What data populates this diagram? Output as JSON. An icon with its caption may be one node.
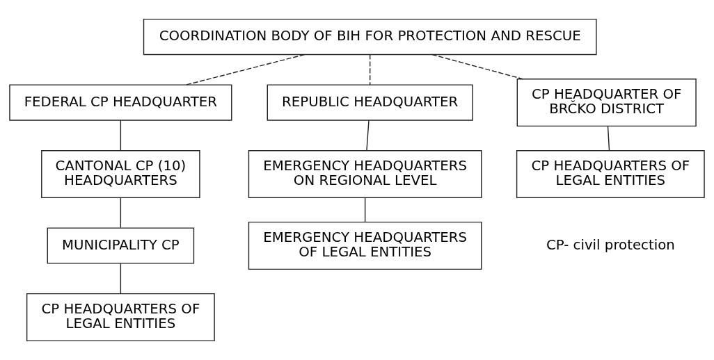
{
  "diagram": {
    "nodes": [
      {
        "text": [
          "COORDINATION BODY OF BIH FOR PROTECTION AND RESCUE"
        ]
      },
      {
        "text": [
          "FEDERAL CP HEADQUARTER"
        ]
      },
      {
        "text": [
          "CANTONAL CP (10) HEADQUARTERS"
        ]
      },
      {
        "text": [
          "MUNICIPALITY CP"
        ]
      },
      {
        "text": [
          "CP HEADQUARTERS OF LEGAL ENTITIES"
        ]
      },
      {
        "text": [
          "REPUBLIC HEADQUARTER"
        ]
      },
      {
        "text": [
          "EMERGENCY HEADQUARTERS ON REGIONAL LEVEL"
        ]
      },
      {
        "text": [
          "EMERGENCY HEADQUARTERS OF LEGAL ENTITIES"
        ]
      },
      {
        "text": [
          "CP HEADQUARTER OF BRČKO DISTRICT"
        ]
      },
      {
        "text": [
          "CP HEADQUARTERS OF LEGAL ENTITIES"
        ]
      }
    ],
    "edges": [
      {
        "from": 0,
        "to": 1,
        "arrow": "none",
        "style": "dashed"
      },
      {
        "from": 0,
        "to": 5,
        "arrow": "none",
        "style": "dashed"
      },
      {
        "from": 0,
        "to": 8,
        "arrow": "none",
        "style": "dashed"
      },
      {
        "from": 1,
        "to": 2,
        "arrow": "none"
      },
      {
        "from": 2,
        "to": 3,
        "arrow": "none"
      },
      {
        "from": 3,
        "to": 4,
        "arrow": "none"
      },
      {
        "from": 5,
        "to": 6,
        "arrow": "none"
      },
      {
        "from": 6,
        "to": 7,
        "arrow": "none"
      },
      {
        "from": 8,
        "to": 9,
        "arrow": "none"
      }
    ],
    "labels": [
      "CP- civil protection"
    ]
  }
}
